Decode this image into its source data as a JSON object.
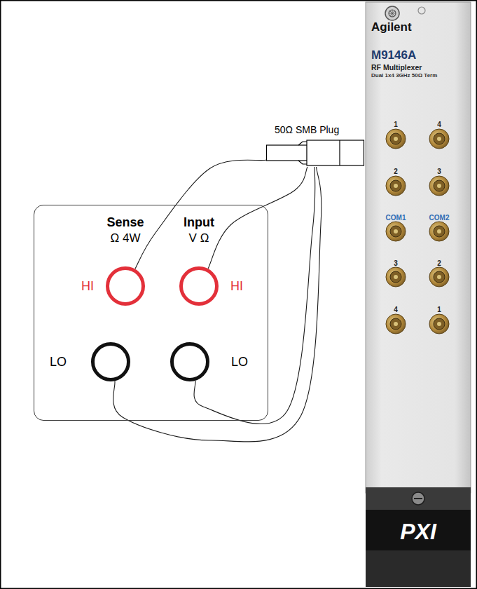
{
  "diagram": {
    "nodes": [
      {
        "text": [
          "Sense",
          "Ω 4W",
          "Input",
          "V Ω"
        ]
      },
      {
        "text": [
          "HI"
        ],
        "in": 0
      },
      {
        "text": [
          "HI"
        ],
        "in": 0
      },
      {
        "text": [
          "LO"
        ],
        "in": 0
      },
      {
        "text": [
          "LO"
        ],
        "in": 0
      },
      {
        "text": [
          "50Ω SMB Plug"
        ]
      },
      {
        "text": [
          "Agilent",
          "M9146A",
          "RF Multiplexer",
          "Dual 1x4 3GHz 50Ω Term",
          "PXI"
        ]
      }
    ],
    "edges": [
      {
        "from": 1,
        "to": 5,
        "arrow": "none"
      },
      {
        "from": 2,
        "to": 5,
        "arrow": "none"
      },
      {
        "from": 3,
        "to": 5,
        "arrow": "none"
      },
      {
        "from": 4,
        "to": 5,
        "arrow": "none"
      }
    ],
    "labels": [
      "1",
      "4",
      "2",
      "3",
      "COM1",
      "COM2",
      "3",
      "2",
      "4",
      "1"
    ]
  }
}
